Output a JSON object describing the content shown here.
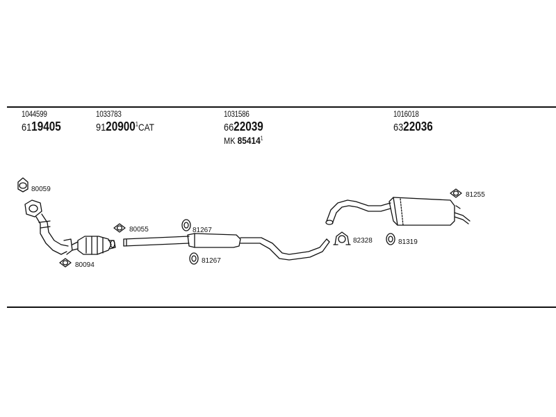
{
  "header_codes": [
    {
      "small": "1044599",
      "prefix": "61",
      "number": "19405",
      "sup": "",
      "suffix": ""
    },
    {
      "small": "1033783",
      "prefix": "91",
      "number": "20900",
      "sup": "1",
      "suffix": "CAT"
    },
    {
      "small": "1031586",
      "prefix": "66",
      "number": "22039",
      "sup": "",
      "suffix": ""
    },
    {
      "small": "1016018",
      "prefix": "63",
      "number": "22036",
      "sup": "",
      "suffix": ""
    }
  ],
  "mk": {
    "prefix": "MK",
    "number": "85414",
    "sup": "1"
  },
  "part_labels": {
    "p80059": "80059",
    "p80094": "80094",
    "p80055": "80055",
    "p81267a": "81267",
    "p81267b": "81267",
    "p82328": "82328",
    "p81319": "81319",
    "p81255": "81255"
  },
  "line_color": "#111111"
}
